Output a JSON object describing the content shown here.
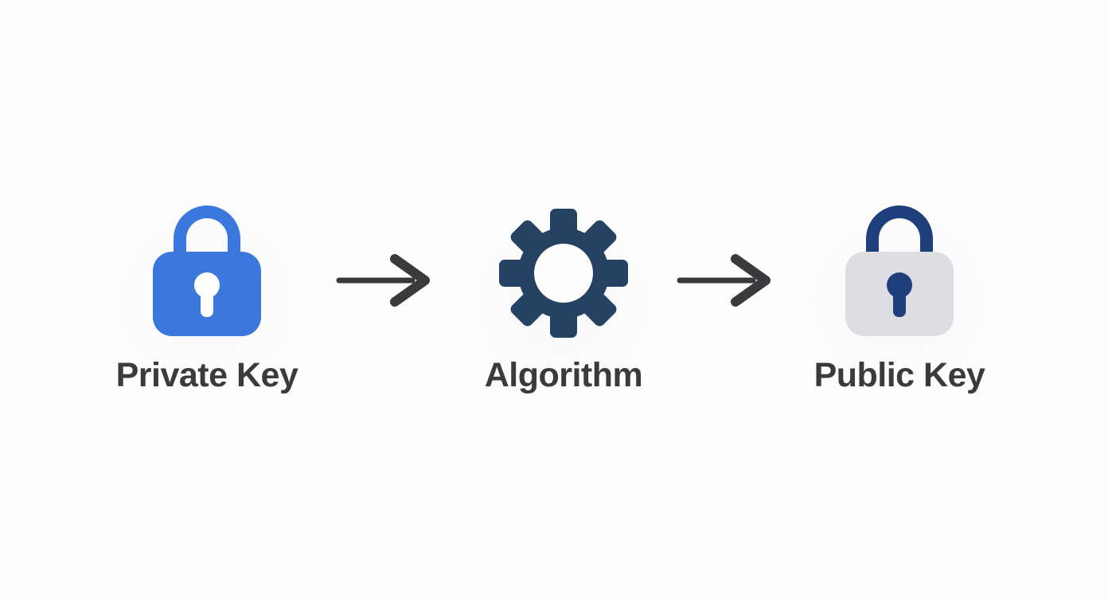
{
  "page": {
    "background": "#fdfdfd"
  },
  "diagram": {
    "nodes": [
      {
        "id": "private-key",
        "label": "Private Key",
        "icon": "lock-icon",
        "lock_body_color": "#3b78dd",
        "shackle_color": "#3b78dd",
        "keyhole_color": "#ffffff"
      },
      {
        "id": "algorithm",
        "label": "Algorithm",
        "icon": "gear-icon",
        "gear_color": "#264263"
      },
      {
        "id": "public-key",
        "label": "Public Key",
        "icon": "lock-icon",
        "lock_body_color": "#dedde1",
        "shackle_color": "#1f3e7c",
        "keyhole_color": "#1f3e7c"
      }
    ],
    "connectors": [
      {
        "from": "private-key",
        "to": "algorithm",
        "direction": "right",
        "color": "#3a3a3c"
      },
      {
        "from": "algorithm",
        "to": "public-key",
        "direction": "right",
        "color": "#3a3a3c"
      }
    ],
    "label_color": "#3b3b3d"
  }
}
